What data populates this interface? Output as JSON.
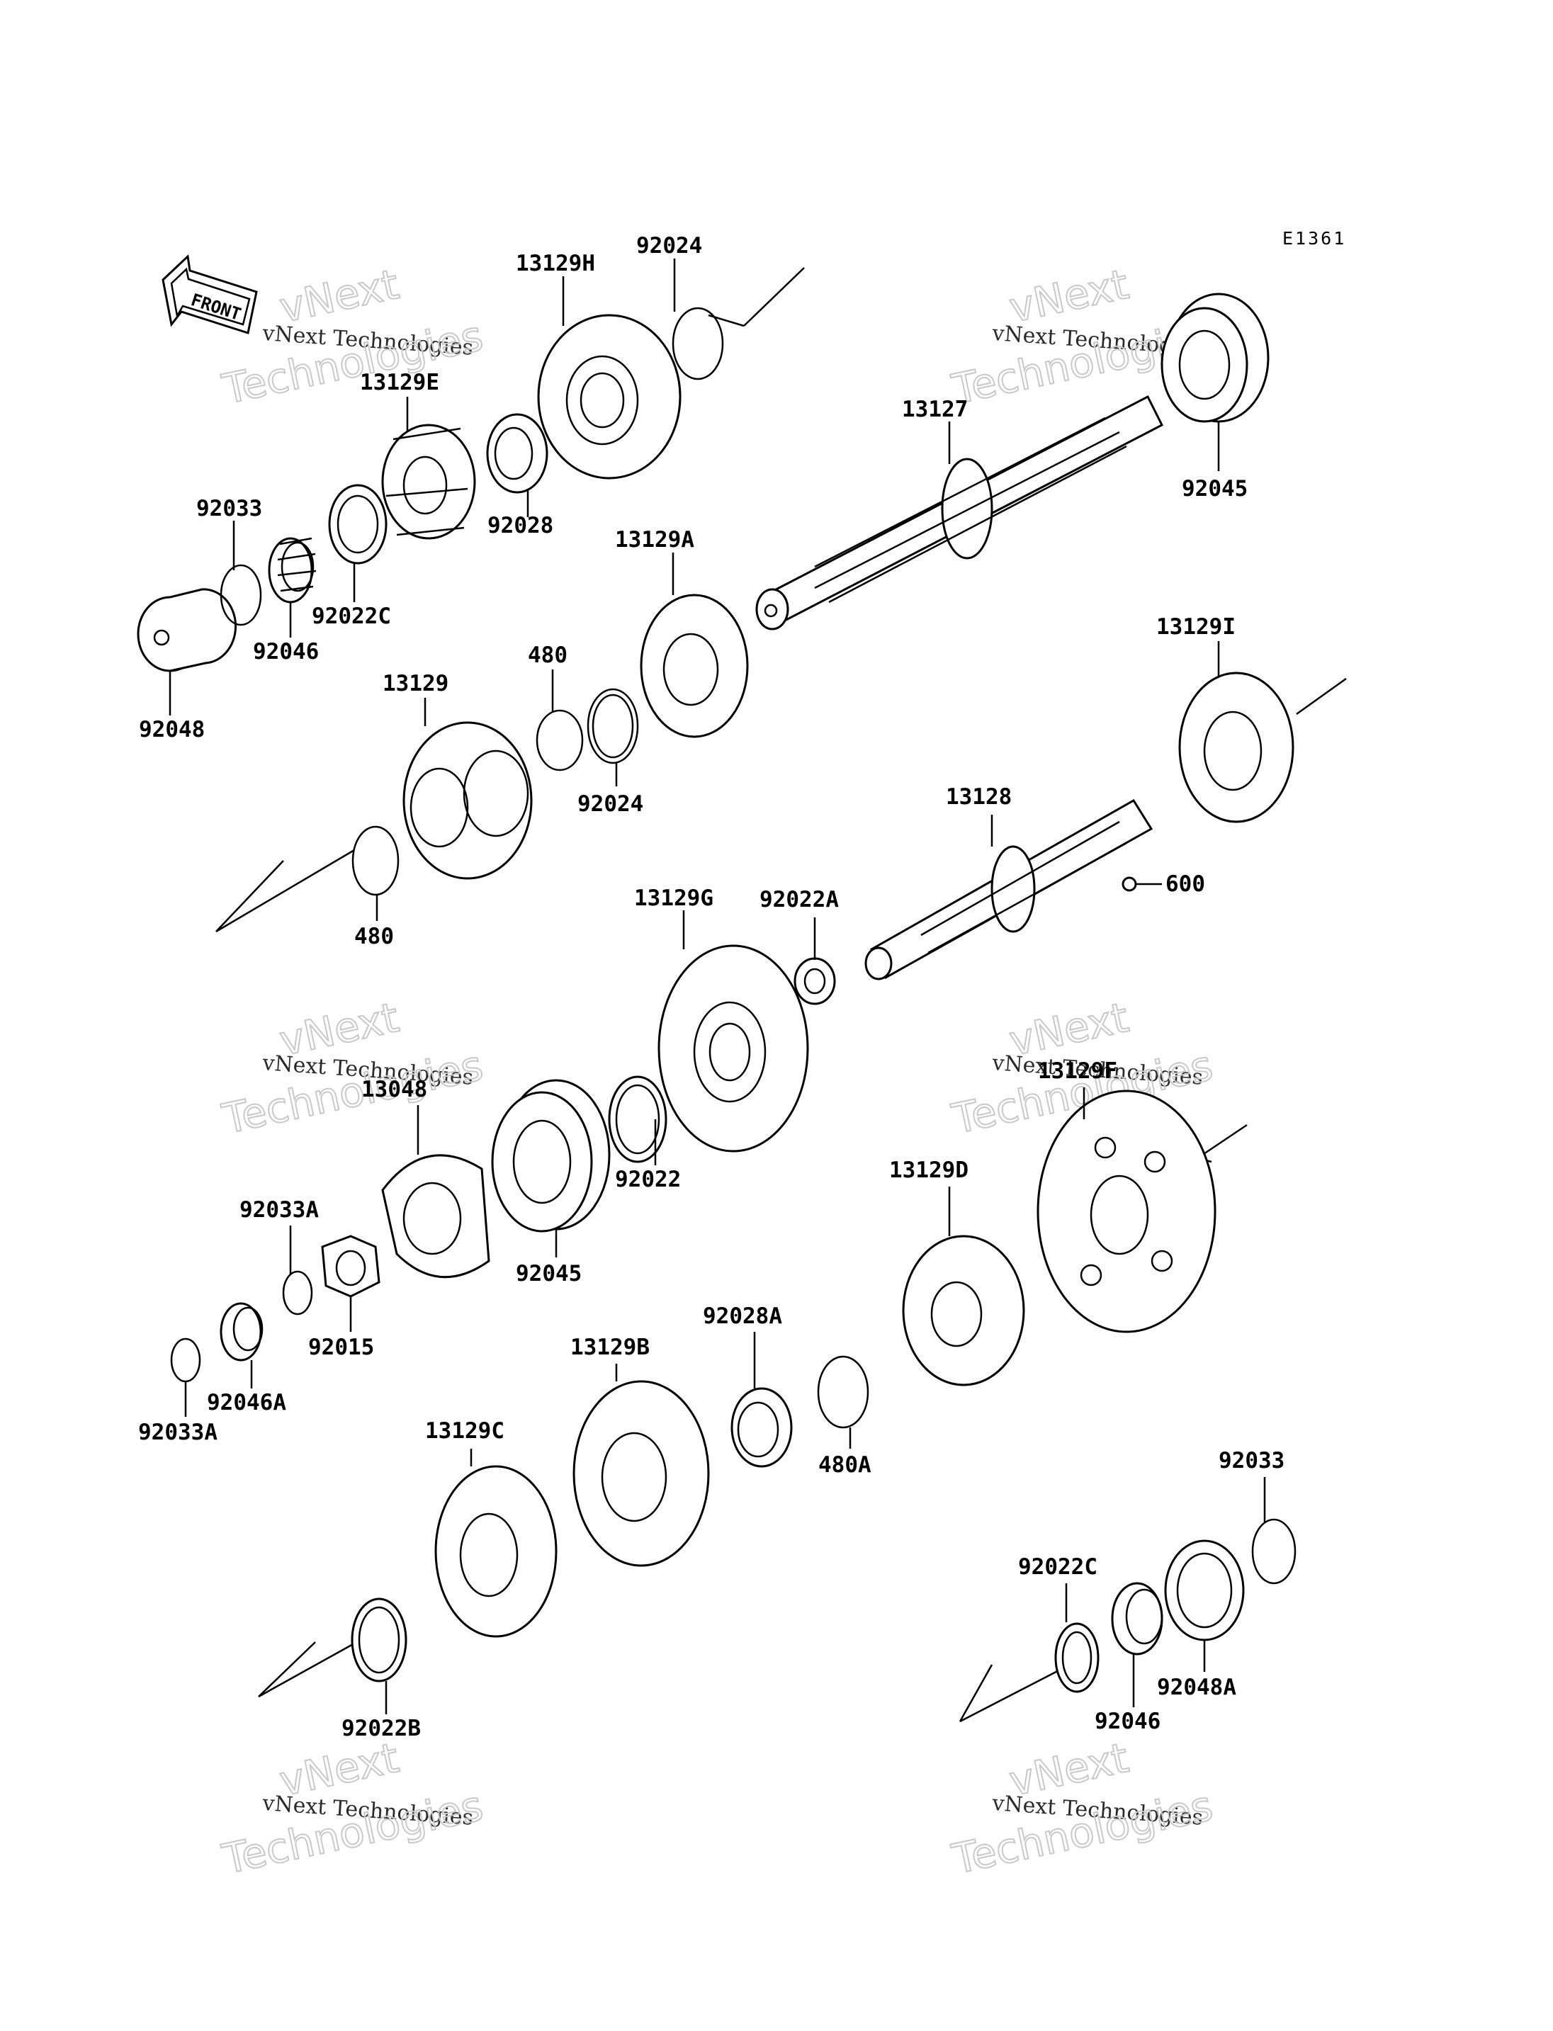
{
  "diagram_code": "E1361",
  "front_label": "FRONT",
  "watermark": {
    "line1": "vNext",
    "line2": "vNext Technologies",
    "line3": "Technologies"
  },
  "labels": [
    {
      "id": "13129H",
      "text": "13129H"
    },
    {
      "id": "92024_top",
      "text": "92024"
    },
    {
      "id": "13129E",
      "text": "13129E"
    },
    {
      "id": "92028",
      "text": "92028"
    },
    {
      "id": "92033_top",
      "text": "92033"
    },
    {
      "id": "92022C_top",
      "text": "92022C"
    },
    {
      "id": "92046_top",
      "text": "92046"
    },
    {
      "id": "92048",
      "text": "92048"
    },
    {
      "id": "13127",
      "text": "13127"
    },
    {
      "id": "92045_top",
      "text": "92045"
    },
    {
      "id": "13129A",
      "text": "13129A"
    },
    {
      "id": "480_top",
      "text": "480"
    },
    {
      "id": "13129",
      "text": "13129"
    },
    {
      "id": "92024_mid",
      "text": "92024"
    },
    {
      "id": "480_low",
      "text": "480"
    },
    {
      "id": "13129I",
      "text": "13129I"
    },
    {
      "id": "13128",
      "text": "13128"
    },
    {
      "id": "600",
      "text": "600"
    },
    {
      "id": "13129G",
      "text": "13129G"
    },
    {
      "id": "92022A",
      "text": "92022A"
    },
    {
      "id": "13048",
      "text": "13048"
    },
    {
      "id": "92022",
      "text": "92022"
    },
    {
      "id": "92045_mid",
      "text": "92045"
    },
    {
      "id": "13129F",
      "text": "13129F"
    },
    {
      "id": "92033A_up",
      "text": "92033A"
    },
    {
      "id": "92015",
      "text": "92015"
    },
    {
      "id": "92046A",
      "text": "92046A"
    },
    {
      "id": "92033A_low",
      "text": "92033A"
    },
    {
      "id": "13129D",
      "text": "13129D"
    },
    {
      "id": "92028A",
      "text": "92028A"
    },
    {
      "id": "480A",
      "text": "480A"
    },
    {
      "id": "13129B",
      "text": "13129B"
    },
    {
      "id": "13129C",
      "text": "13129C"
    },
    {
      "id": "92033_bot",
      "text": "92033"
    },
    {
      "id": "92022C_bot",
      "text": "92022C"
    },
    {
      "id": "92048A",
      "text": "92048A"
    },
    {
      "id": "92046_bot",
      "text": "92046"
    },
    {
      "id": "92022B",
      "text": "92022B"
    }
  ]
}
